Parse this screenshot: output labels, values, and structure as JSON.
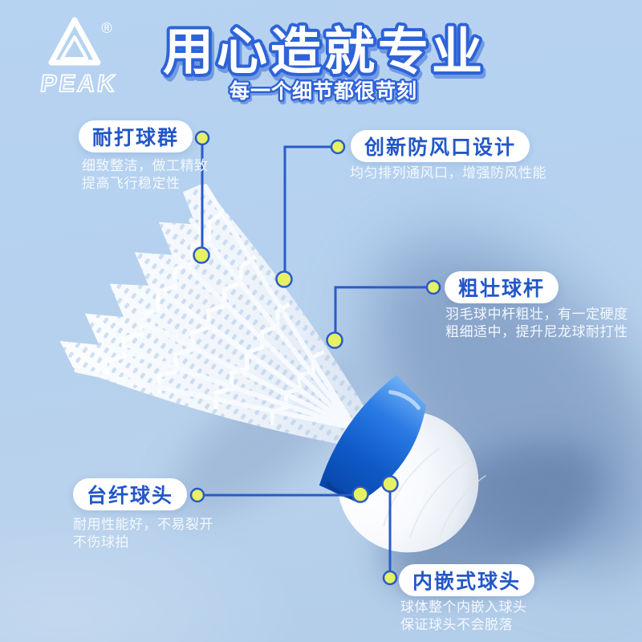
{
  "brand": {
    "logo_text": "PEAK",
    "registered_mark": "®"
  },
  "header": {
    "title": "用心造就专业",
    "subtitle": "每一个细节都很苛刻"
  },
  "callouts": [
    {
      "label": "耐打球群",
      "desc_lines": [
        "细致整洁，做工精致",
        "提高飞行稳定性"
      ]
    },
    {
      "label": "创新防风口设计",
      "desc_lines": [
        "均匀排列通风口，增强防风性能"
      ]
    },
    {
      "label": "粗壮球杆",
      "desc_lines": [
        "羽毛球中杆粗壮，有一定硬度",
        "粗细适中，提升尼龙球耐打性"
      ]
    },
    {
      "label": "台纤球头",
      "desc_lines": [
        "耐用性能好，不易裂开",
        "不伤球拍"
      ]
    },
    {
      "label": "内嵌式球头",
      "desc_lines": [
        "球体整个内嵌入球头",
        "保证球头不会脱落"
      ]
    }
  ],
  "product": {
    "item": "nylon badminton shuttlecock",
    "skirt_color": "white",
    "band_color": "#1563d2",
    "head_color": "white"
  },
  "colors": {
    "accent": "#2e63d8",
    "pillText": "#2257c8",
    "line": "#2a5bc7",
    "dotFill": "#e6f163",
    "descText": "#f3f8fe"
  }
}
